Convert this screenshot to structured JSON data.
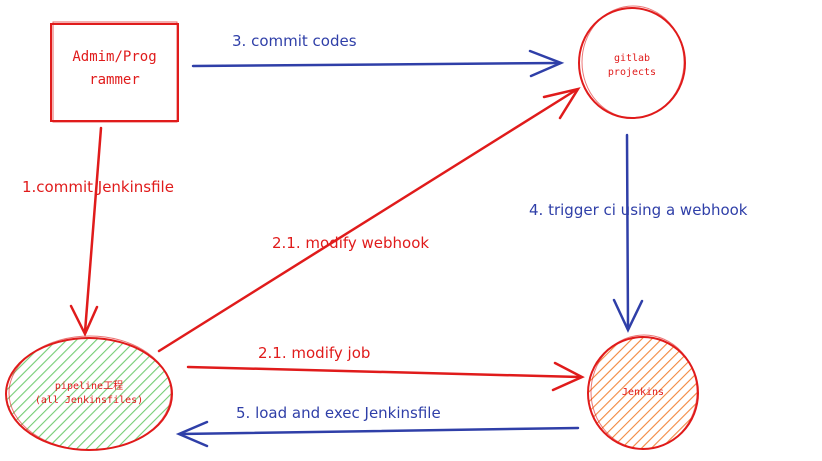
{
  "colors": {
    "red": "#e01b1b",
    "blue": "#2f3fa8",
    "green_fill": "#5cc45c",
    "orange_fill": "#f07a2a"
  },
  "nodes": {
    "admin": {
      "line1": "Admim/Prog",
      "line2": "rammer"
    },
    "gitlab": {
      "line1": "gitlab",
      "line2": "projects"
    },
    "pipeline": {
      "line1": "pipeline工程",
      "line2": "(all Jenkinsfiles)"
    },
    "jenkins": {
      "label": "Jenkins"
    }
  },
  "edges": {
    "commit_jenkinsfile": "1.commit Jenkinsfile",
    "modify_webhook": "2.1. modify webhook",
    "modify_job": "2.1. modify job",
    "commit_codes": "3. commit codes",
    "trigger_ci": "4. trigger ci using a webhook",
    "load_exec": "5. load and exec Jenkinsfile"
  }
}
